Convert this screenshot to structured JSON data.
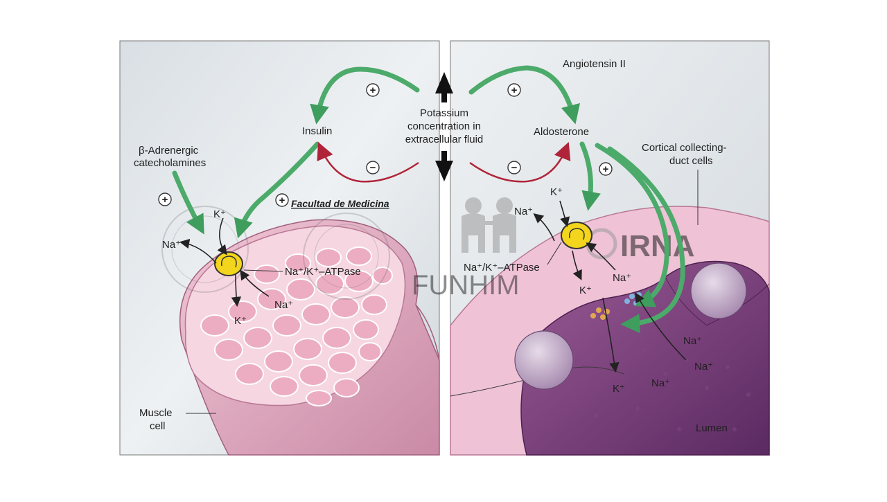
{
  "center": {
    "title_line1": "Potassium",
    "title_line2": "concentration in",
    "title_line3": "extracellular fluid"
  },
  "left_panel": {
    "insulin": "Insulin",
    "beta_line1": "β-Adrenergic",
    "beta_line2": "catecholamines",
    "pump_label": "Na⁺/K⁺–ATPase",
    "na_out": "Na⁺",
    "k_in": "K⁺",
    "na_in": "Na⁺",
    "k_out": "K⁺",
    "muscle_line1": "Muscle",
    "muscle_line2": "cell",
    "plus_insulin": "+",
    "minus_insulin": "−",
    "plus_beta": "+",
    "plus_insulin_pump": "+"
  },
  "right_panel": {
    "angiotensin": "Angiotensin II",
    "aldosterone": "Aldosterone",
    "cortical_line1": "Cortical collecting-",
    "cortical_line2": "duct cells",
    "pump_label": "Na⁺/K⁺–ATPase",
    "k_in": "K⁺",
    "na_out": "Na⁺",
    "k_cell": "K⁺",
    "na_cell": "Na⁺",
    "na_lumen1": "Na⁺",
    "na_lumen2": "Na⁺",
    "na_lumen3": "Na⁺",
    "k_lumen": "K⁺",
    "lumen": "Lumen",
    "plus_angiotensin": "+",
    "minus_aldosterone": "−",
    "plus_aldosterone": "+"
  },
  "watermarks": {
    "facultad": "Facultad de Medicina",
    "irna": "IRNA",
    "funhim": "FUNHIM"
  },
  "colors": {
    "panel_bg": "#e3e8ec",
    "green_arrow": "#4caa6a",
    "red_arrow": "#b0243a",
    "pump_yellow": "#f2d51c",
    "muscle_pink": "#e9b4c6",
    "duct_purple": "#7a3f7c"
  }
}
